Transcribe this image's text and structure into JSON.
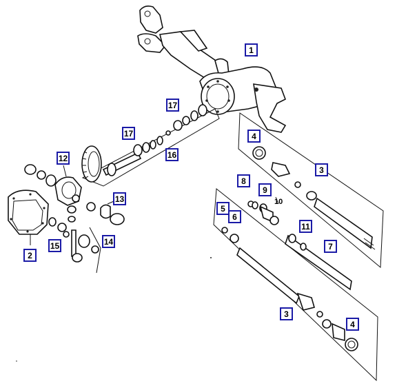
{
  "diagram": {
    "callouts": {
      "axle_housing": "1",
      "differential_cover": "2",
      "right_axle_shaft": "3",
      "left_axle_shaft": "3",
      "right_seal": "4",
      "left_seal": "4",
      "left_upper_5": "5",
      "left_upper_6": "6",
      "right_upper_8": "8",
      "right_upper_9": "9",
      "right_upper_10": "10",
      "intermediate_11": "11",
      "shaft_7": "7",
      "differential_case": "12",
      "pinion_13": "13",
      "gear_14": "14",
      "pin_15": "15",
      "bearing_16": "16",
      "pinion_17a": "17",
      "pinion_17b": "17"
    },
    "colors": {
      "callout_border": "#1a1aa6",
      "line": "#111111"
    }
  }
}
